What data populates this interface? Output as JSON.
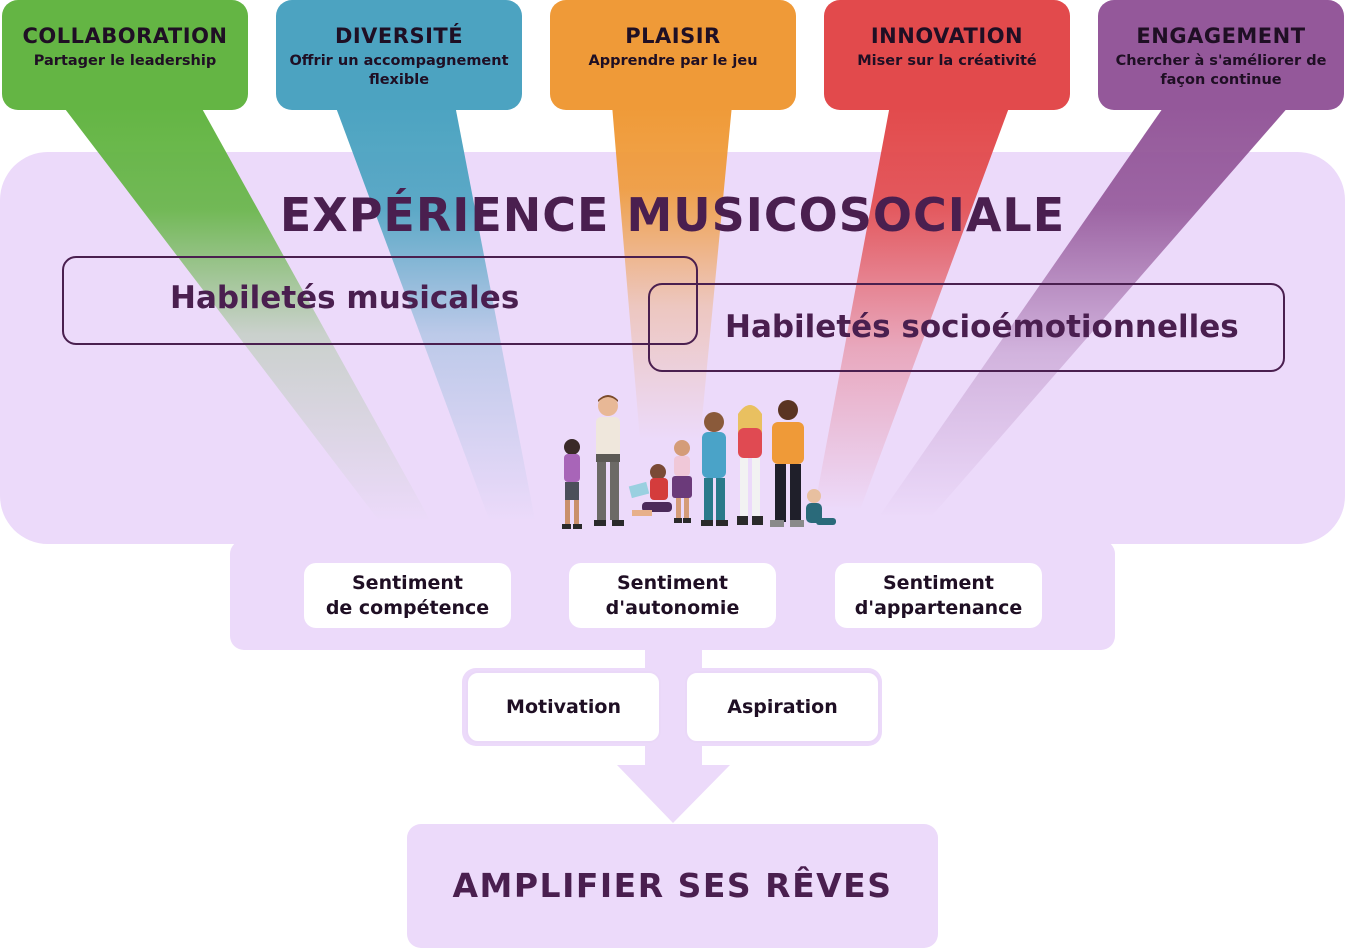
{
  "values": [
    {
      "title": "COLLABORATION",
      "subtitle": "Partager le leadership",
      "color": "#64b544"
    },
    {
      "title": "DIVERSITÉ",
      "subtitle": "Offrir un accompagnement flexible",
      "color": "#4ca3c1"
    },
    {
      "title": "PLAISIR",
      "subtitle": "Apprendre par le jeu",
      "color": "#ef9a38"
    },
    {
      "title": "INNOVATION",
      "subtitle": "Miser sur la créativité",
      "color": "#e24a4c"
    },
    {
      "title": "ENGAGEMENT",
      "subtitle": "Chercher à s'améliorer de façon continue",
      "color": "#94589a"
    }
  ],
  "experience": {
    "title": "EXPÉRIENCE MUSICOSOCIALE",
    "skills": {
      "musical": "Habiletés musicales",
      "socioemotional": "Habiletés socioémotionnelles"
    },
    "background_color": "#ecdafa"
  },
  "feelings": [
    {
      "line1": "Sentiment",
      "line2": "de compétence"
    },
    {
      "line1": "Sentiment",
      "line2": "d'autonomie"
    },
    {
      "line1": "Sentiment",
      "line2": "d'appartenance"
    }
  ],
  "outcomes": {
    "motivation": "Motivation",
    "aspiration": "Aspiration"
  },
  "goal": "AMPLIFIER SES RÊVES",
  "accent_color": "#4a1f4f"
}
